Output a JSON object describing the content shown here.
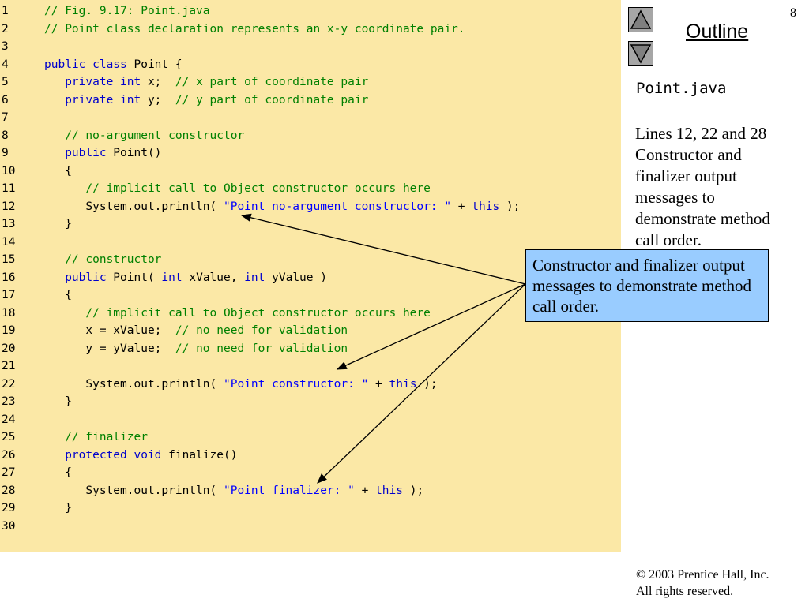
{
  "slide_number": "8",
  "outline_label": "Outline",
  "file_name": "Point.java",
  "side_description": "Lines 12, 22 and 28 Constructor and finalizer output messages to demonstrate method call order.",
  "callout_text": "Constructor and finalizer output messages to demonstrate method call order.",
  "copyright_line1": "© 2003 Prentice Hall, Inc.",
  "copyright_line2": "All rights reserved.",
  "colors": {
    "code_background": "#fbe8a6",
    "keyword": "#0000cc",
    "comment": "#008000",
    "string": "#0000ff",
    "callout_background": "#99ccff"
  },
  "icons": [
    "triangle-up-icon",
    "triangle-down-icon"
  ],
  "code_lines": [
    {
      "n": "1",
      "tokens": [
        {
          "t": "// Fig. 9.17: Point.java",
          "c": "cm"
        }
      ]
    },
    {
      "n": "2",
      "tokens": [
        {
          "t": "// Point class declaration represents an x-y coordinate pair.",
          "c": "cm"
        }
      ]
    },
    {
      "n": "3",
      "tokens": []
    },
    {
      "n": "4",
      "tokens": [
        {
          "t": "public class",
          "c": "kw"
        },
        {
          "t": " Point {",
          "c": "tx"
        }
      ]
    },
    {
      "n": "5",
      "tokens": [
        {
          "t": "   private int",
          "c": "kw"
        },
        {
          "t": " x;  ",
          "c": "tx"
        },
        {
          "t": "// x part of coordinate pair",
          "c": "cm"
        }
      ]
    },
    {
      "n": "6",
      "tokens": [
        {
          "t": "   private int",
          "c": "kw"
        },
        {
          "t": " y;  ",
          "c": "tx"
        },
        {
          "t": "// y part of coordinate pair",
          "c": "cm"
        }
      ]
    },
    {
      "n": "7",
      "tokens": []
    },
    {
      "n": "8",
      "tokens": [
        {
          "t": "   // no-argument constructor",
          "c": "cm"
        }
      ]
    },
    {
      "n": "9",
      "tokens": [
        {
          "t": "   public",
          "c": "kw"
        },
        {
          "t": " Point()",
          "c": "tx"
        }
      ]
    },
    {
      "n": "10",
      "tokens": [
        {
          "t": "   {",
          "c": "tx"
        }
      ]
    },
    {
      "n": "11",
      "tokens": [
        {
          "t": "      // implicit call to Object constructor occurs here",
          "c": "cm"
        }
      ]
    },
    {
      "n": "12",
      "tokens": [
        {
          "t": "      System.out.println( ",
          "c": "tx"
        },
        {
          "t": "\"Point no-argument constructor: \"",
          "c": "st"
        },
        {
          "t": " + ",
          "c": "tx"
        },
        {
          "t": "this",
          "c": "kw"
        },
        {
          "t": " );",
          "c": "tx"
        }
      ]
    },
    {
      "n": "13",
      "tokens": [
        {
          "t": "   }",
          "c": "tx"
        }
      ]
    },
    {
      "n": "14",
      "tokens": []
    },
    {
      "n": "15",
      "tokens": [
        {
          "t": "   // constructor",
          "c": "cm"
        }
      ]
    },
    {
      "n": "16",
      "tokens": [
        {
          "t": "   public",
          "c": "kw"
        },
        {
          "t": " Point( ",
          "c": "tx"
        },
        {
          "t": "int",
          "c": "kw"
        },
        {
          "t": " xValue, ",
          "c": "tx"
        },
        {
          "t": "int",
          "c": "kw"
        },
        {
          "t": " yValue )",
          "c": "tx"
        }
      ]
    },
    {
      "n": "17",
      "tokens": [
        {
          "t": "   {",
          "c": "tx"
        }
      ]
    },
    {
      "n": "18",
      "tokens": [
        {
          "t": "      // implicit call to Object constructor occurs here",
          "c": "cm"
        }
      ]
    },
    {
      "n": "19",
      "tokens": [
        {
          "t": "      x = xValue;  ",
          "c": "tx"
        },
        {
          "t": "// no need for validation",
          "c": "cm"
        }
      ]
    },
    {
      "n": "20",
      "tokens": [
        {
          "t": "      y = yValue;  ",
          "c": "tx"
        },
        {
          "t": "// no need for validation",
          "c": "cm"
        }
      ]
    },
    {
      "n": "21",
      "tokens": []
    },
    {
      "n": "22",
      "tokens": [
        {
          "t": "      System.out.println( ",
          "c": "tx"
        },
        {
          "t": "\"Point constructor: \"",
          "c": "st"
        },
        {
          "t": " + ",
          "c": "tx"
        },
        {
          "t": "this",
          "c": "kw"
        },
        {
          "t": " );",
          "c": "tx"
        }
      ]
    },
    {
      "n": "23",
      "tokens": [
        {
          "t": "   }",
          "c": "tx"
        }
      ]
    },
    {
      "n": "24",
      "tokens": []
    },
    {
      "n": "25",
      "tokens": [
        {
          "t": "   // finalizer",
          "c": "cm"
        }
      ]
    },
    {
      "n": "26",
      "tokens": [
        {
          "t": "   protected void",
          "c": "kw"
        },
        {
          "t": " finalize()",
          "c": "tx"
        }
      ]
    },
    {
      "n": "27",
      "tokens": [
        {
          "t": "   {",
          "c": "tx"
        }
      ]
    },
    {
      "n": "28",
      "tokens": [
        {
          "t": "      System.out.println( ",
          "c": "tx"
        },
        {
          "t": "\"Point finalizer: \"",
          "c": "st"
        },
        {
          "t": " + ",
          "c": "tx"
        },
        {
          "t": "this",
          "c": "kw"
        },
        {
          "t": " );",
          "c": "tx"
        }
      ]
    },
    {
      "n": "29",
      "tokens": [
        {
          "t": "   }",
          "c": "tx"
        }
      ]
    },
    {
      "n": "30",
      "tokens": []
    }
  ]
}
